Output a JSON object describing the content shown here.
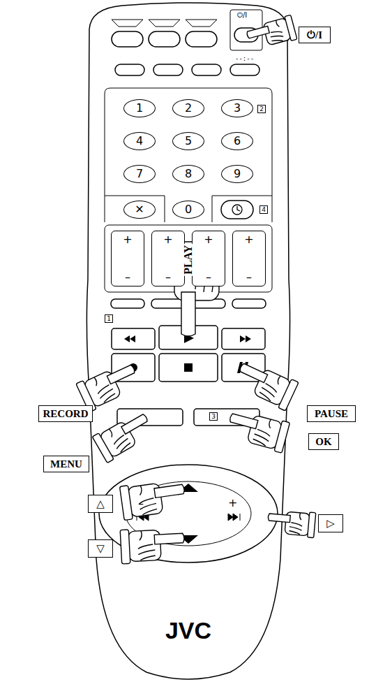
{
  "diagram": {
    "nodes": [
      {
        "text": [
          "⏻/I"
        ]
      },
      {
        "text": [
          "1"
        ]
      },
      {
        "text": [
          "2"
        ]
      },
      {
        "text": [
          "3"
        ]
      },
      {
        "text": [
          "2"
        ]
      },
      {
        "text": [
          "4"
        ]
      },
      {
        "text": [
          "5"
        ]
      },
      {
        "text": [
          "6"
        ]
      },
      {
        "text": [
          "7"
        ]
      },
      {
        "text": [
          "8"
        ]
      },
      {
        "text": [
          "9"
        ]
      },
      {
        "text": [
          "✕"
        ]
      },
      {
        "text": [
          "0"
        ]
      },
      {
        "text": [
          "4"
        ]
      },
      {
        "text": [
          "+",
          "–"
        ]
      },
      {
        "text": [
          "+",
          "–"
        ]
      },
      {
        "text": [
          "+",
          "–"
        ]
      },
      {
        "text": [
          "+",
          "–"
        ]
      },
      {
        "text": [
          "1"
        ]
      },
      {
        "text": [
          "RECORD"
        ]
      },
      {
        "text": [
          "PAUSE"
        ]
      },
      {
        "text": [
          "3"
        ]
      },
      {
        "text": [
          "MENU"
        ]
      },
      {
        "text": [
          "OK"
        ]
      },
      {
        "text": [
          "△"
        ]
      },
      {
        "text": [
          "▷"
        ]
      },
      {
        "text": [
          "▽"
        ]
      }
    ],
    "labels": [
      "⏻/I",
      "--:--",
      "PLAY",
      "–",
      "+",
      "JVC"
    ]
  }
}
